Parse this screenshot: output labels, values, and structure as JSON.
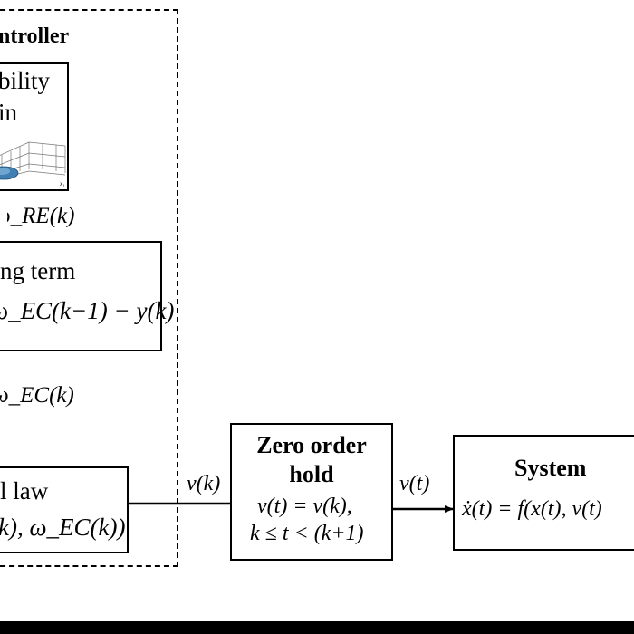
{
  "controller": {
    "title": "ntroller",
    "stability_box": {
      "line1": "bility",
      "line2": "in"
    },
    "signal_re": "ω_RE(k)",
    "error_box": {
      "title": "ng term",
      "equation": "ω_EC(k−1) − y(k)"
    },
    "signal_ec": "ω_EC(k)",
    "law_box": {
      "title": "l law",
      "equation": "k), ω_EC(k))"
    }
  },
  "arrow_labels": {
    "vk": "v(k)",
    "vt": "v(t)"
  },
  "zoh": {
    "title_line1": "Zero order",
    "title_line2": "hold",
    "eq1": "v(t) = v(k),",
    "eq2": "k ≤ t < (k+1)"
  },
  "system": {
    "title": "System",
    "equation": "ẋ(t) = f(x(t), v(t)"
  },
  "plot_axis_label": "x₁"
}
